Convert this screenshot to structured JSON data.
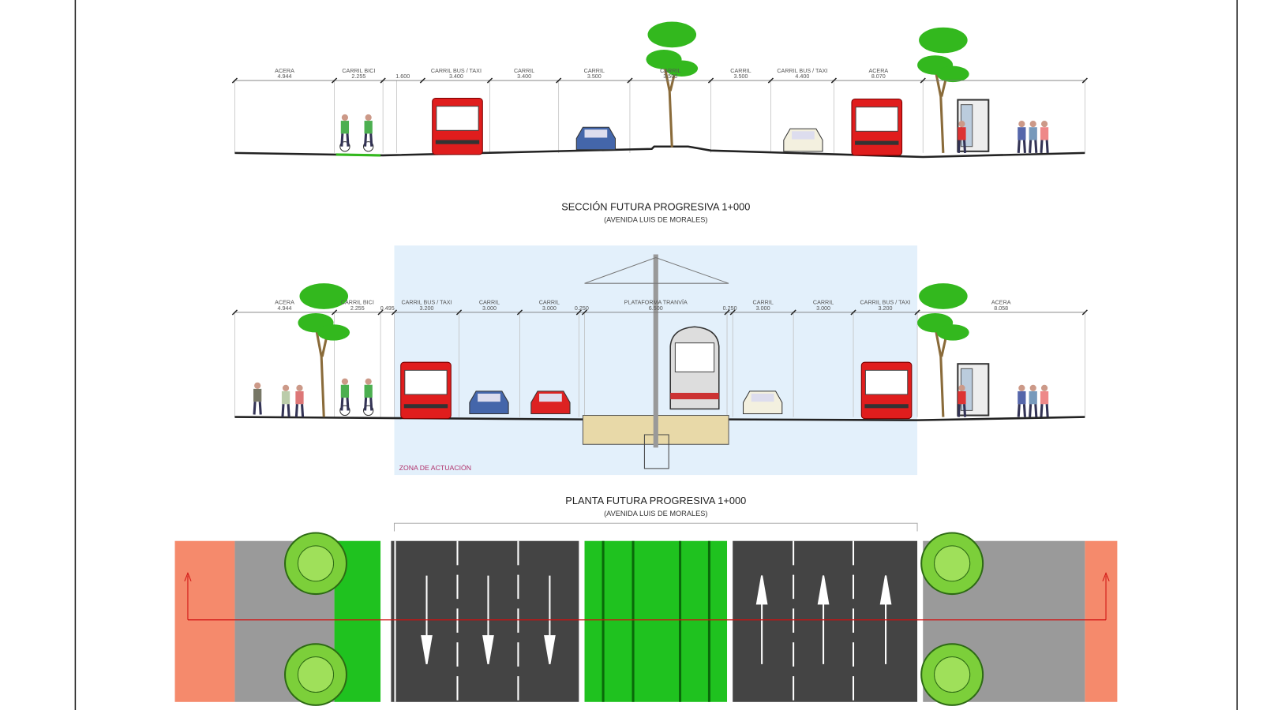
{
  "top_section": {
    "dimensions": [
      {
        "label": "ACERA",
        "value": "4.944"
      },
      {
        "label": "CARRIL BICI",
        "value": "2.255"
      },
      {
        "label": "",
        "value": "1.600"
      },
      {
        "label": "CARRIL BUS / TAXI",
        "value": "3.400"
      },
      {
        "label": "CARRIL",
        "value": "3.400"
      },
      {
        "label": "CARRIL",
        "value": "3.500"
      },
      {
        "label": "CARRIL",
        "value": "3.500"
      },
      {
        "label": "CARRIL",
        "value": "3.500"
      },
      {
        "label": "CARRIL BUS / TAXI",
        "value": "4.400"
      },
      {
        "label": "ACERA",
        "value": "8.070"
      }
    ]
  },
  "section_title": {
    "title": "SECCIÓN FUTURA PROGRESIVA 1+000",
    "subtitle": "(AVENIDA LUIS DE MORALES)"
  },
  "middle_section": {
    "dimensions": [
      {
        "label": "ACERA",
        "value": "4.944"
      },
      {
        "label": "CARRIL BICI",
        "value": "2.255"
      },
      {
        "label": "",
        "value": "0.495"
      },
      {
        "label": "CARRIL BUS / TAXI",
        "value": "3.200"
      },
      {
        "label": "CARRIL",
        "value": "3.000"
      },
      {
        "label": "CARRIL",
        "value": "3.000"
      },
      {
        "label": "",
        "value": "0.250"
      },
      {
        "label": "PLATAFORMA TRANVÍA",
        "value": "6.500"
      },
      {
        "label": "",
        "value": "0.250"
      },
      {
        "label": "CARRIL",
        "value": "3.000"
      },
      {
        "label": "CARRIL",
        "value": "3.000"
      },
      {
        "label": "CARRIL BUS / TAXI",
        "value": "3.200"
      },
      {
        "label": "ACERA",
        "value": "8.058"
      }
    ],
    "zone_label": "ZONA DE ACTUACIÓN"
  },
  "plan_title": {
    "title": "PLANTA FUTURA PROGRESIVA 1+000",
    "subtitle": "(AVENIDA LUIS DE MORALES)"
  },
  "colors": {
    "zone": "#e3f0fb",
    "tree": "#33b81e",
    "bus": "#e01d1d",
    "asphalt": "#444444",
    "tram_platform": "#1fc21f",
    "sidewalk_edge": "#f58a6c",
    "paving": "#9a9a9a"
  }
}
